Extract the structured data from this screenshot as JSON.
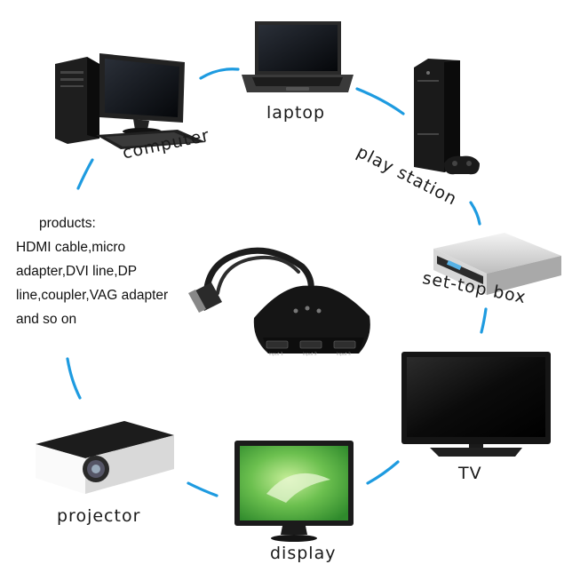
{
  "devices": {
    "laptop": "laptop",
    "computer": "computer",
    "play_station": "play station",
    "set_top_box": "set-top box",
    "tv": "TV",
    "display": "display",
    "projector": "projector"
  },
  "products": {
    "heading": "products:",
    "body": "HDMI cable,micro adapter,DVI line,DP line,coupler,VAG adapter and so on"
  },
  "switch": {
    "ports": [
      "input 1",
      "input 2",
      "input 3"
    ]
  },
  "colors": {
    "arc": "#1e9be0",
    "device": "#1b1b1b",
    "screen_green": "#4fb34a"
  }
}
